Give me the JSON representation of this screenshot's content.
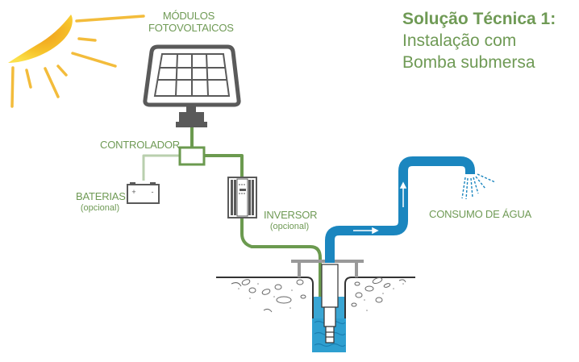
{
  "title": {
    "line1": "Solução Técnica 1:",
    "line2": "Instalação com",
    "line3": "Bomba submersa"
  },
  "labels": {
    "modules_line1": "MÓDULOS",
    "modules_line2": "FOTOVOLTAICOS",
    "controller": "CONTROLADOR",
    "batteries": "BATERIAS",
    "batteries_note": "(opcional)",
    "inverter": "INVERSOR",
    "inverter_note": "(opcional)",
    "water_consumption": "CONSUMO DE ÁGUA",
    "battery_plus": "+",
    "battery_minus": "-"
  },
  "colors": {
    "text_green": "#6f9a55",
    "wire_green": "#6b9a4f",
    "wire_light": "#b9cfae",
    "pipe_blue": "#1b86bf",
    "water_blue": "#2e9fd0",
    "device_gray": "#5a5a5a",
    "sun_yellow": "#f5c22a",
    "sun_orange": "#f0a020"
  }
}
